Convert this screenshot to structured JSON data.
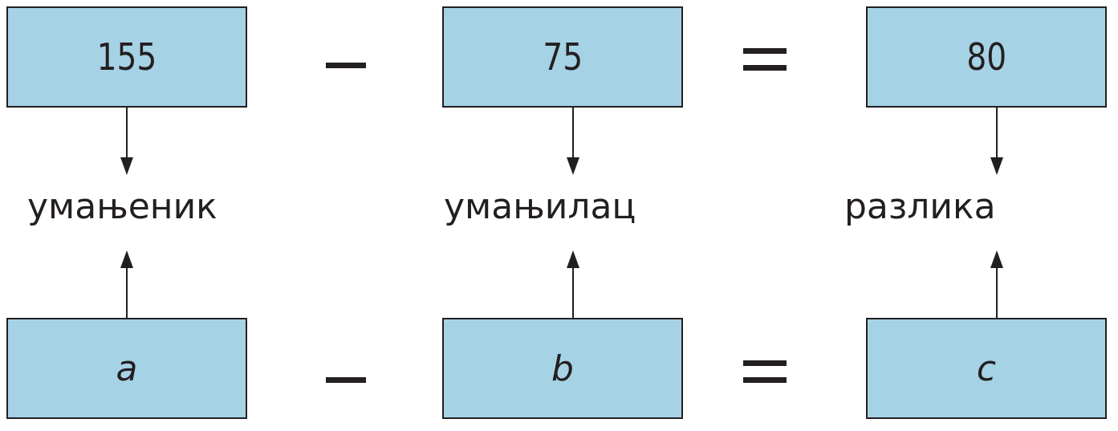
{
  "top_row": {
    "minuend": "155",
    "operator_minus": "–",
    "subtrahend": "75",
    "operator_equals": "=",
    "difference": "80"
  },
  "labels": {
    "minuend": "умањеник",
    "subtrahend": "умањилац",
    "difference": "разлика"
  },
  "bottom_row": {
    "minuend": "a",
    "operator_minus": "–",
    "subtrahend": "b",
    "operator_equals": "=",
    "difference": "c"
  },
  "colors": {
    "box_fill": "#a6d2e6",
    "ink": "#231f20"
  }
}
